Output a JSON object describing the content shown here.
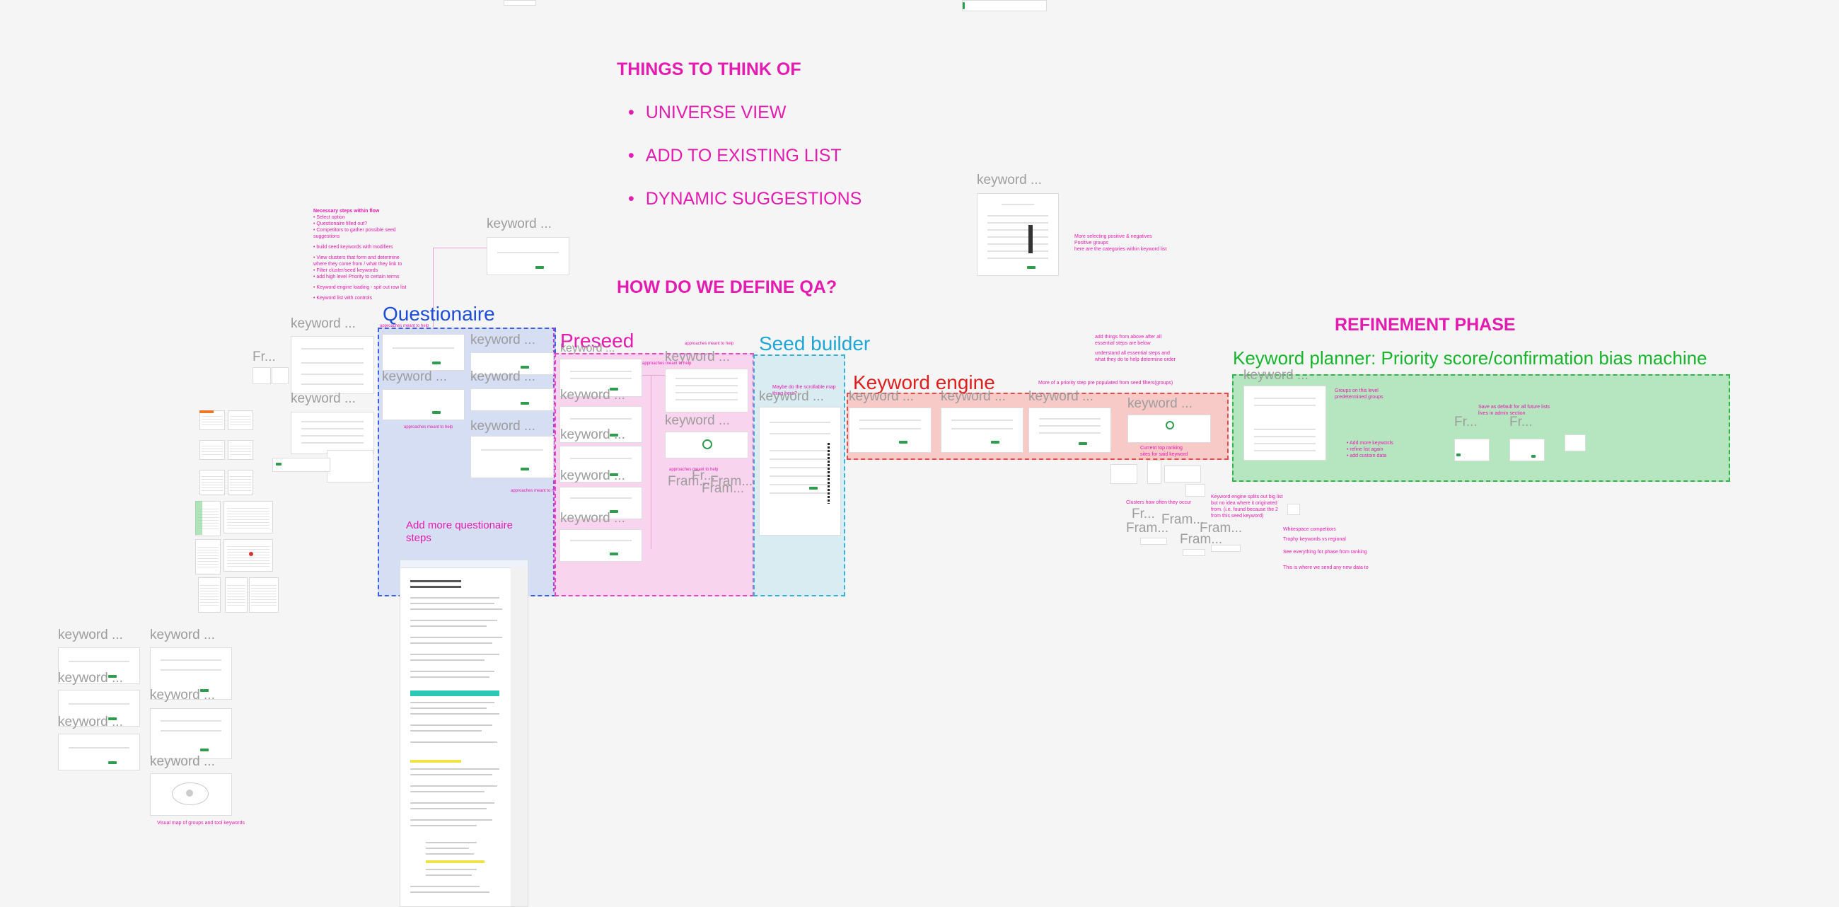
{
  "canvas": {
    "things_heading": "THINGS TO THINK OF",
    "bullets": [
      "UNIVERSE VIEW",
      "ADD TO EXISTING LIST",
      "DYNAMIC SUGGESTIONS"
    ],
    "qa_heading": "HOW DO WE DEFINE QA?",
    "refinement_heading": "REFINEMENT PHASE"
  },
  "sections": {
    "questionaire": "Questionaire",
    "preseed": "Preseed",
    "seed_builder": "Seed builder",
    "keyword_engine": "Keyword engine",
    "keyword_planner": "Keyword planner: Priority score/confirmation bias machine"
  },
  "frame_labels": {
    "keyword": "keyword ...",
    "keyword_short": "keyword",
    "fr": "Fr...",
    "fram": "Fram...",
    "frame_short": "Fr..."
  },
  "notes": {
    "steps_title": "Necessary steps within flow",
    "steps": [
      "• Select option",
      "• Questionaire filled out?",
      "• Competitors to gather possible seed",
      "   suggestions",
      "",
      "• build seed keywords with modifiers",
      "",
      "• View clusters that form and determine",
      "   where they come from / what they link to",
      "• Filter cluster/seed keywords",
      "• add high level Priority to certain terms",
      "",
      "• Keyword engine loading - spit out raw list",
      "",
      "• Keyword list with controls"
    ],
    "add_more_questionaire": "Add more questionaire steps",
    "visual_map": "Visual map of groups and tool keywords",
    "selecting_positive": "More selecting positive & negatives",
    "positive_groups": "Positive groups",
    "categories": "here are the categories within keyword list",
    "add_things": "add things from above after all essential steps are below",
    "understand_steps": "understand all essential steps and what they do to help determine order",
    "priority_step": "More of a priority step pre populated from seed filters(groups)",
    "groups_on_level": "Groups on this level",
    "predetermined": "predetermined groups",
    "add_more_keywords": "• Add more keywords",
    "refine_list": "• refine list again",
    "add_custom": "• add custom data",
    "save_default": "Save as default for all future lists",
    "admin_section": "lives in admin section",
    "clusters_often": "Clusters how often they occur",
    "current_top": "Current top ranking sites for said keyword",
    "engine_splits": "Keyword engine splits out big list but no idea where it originated from. (i.e. found because the 2 from this seed keyword)",
    "maybe_scrollable": "Maybe do the scrollable map thing here?",
    "right_notes": [
      "Whitespace competitors",
      "Trophy keywords vs regional",
      "See everything for phase from ranking",
      "This is where we send any new data to"
    ],
    "approaches": "approaches meant to help"
  }
}
